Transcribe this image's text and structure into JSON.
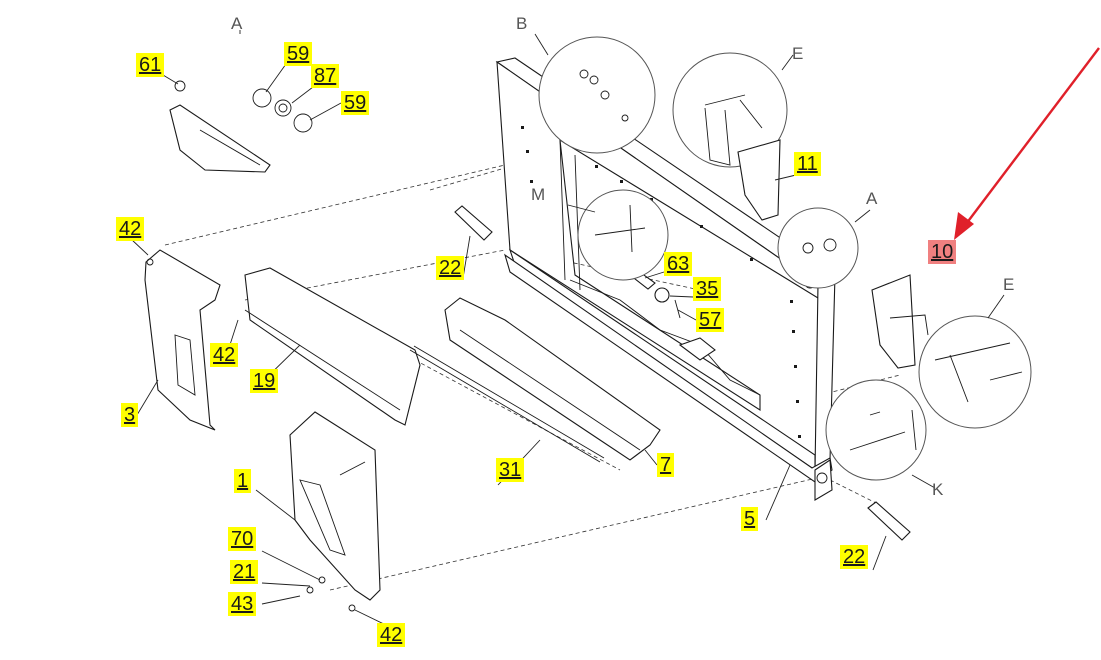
{
  "diagram": {
    "view_labels": {
      "a_top": "A",
      "b": "B",
      "e_top": "E",
      "m": "M",
      "a_right": "A",
      "e_right": "E",
      "k": "K"
    },
    "callouts": {
      "c61": "61",
      "c59a": "59",
      "c87": "87",
      "c59b": "59",
      "c42a": "42",
      "c42b": "42",
      "c3": "3",
      "c19": "19",
      "c22a": "22",
      "c11": "11",
      "c63": "63",
      "c35": "35",
      "c57": "57",
      "c10": "10",
      "c31": "31",
      "c7": "7",
      "c1": "1",
      "c70": "70",
      "c21": "21",
      "c43": "43",
      "c42c": "42",
      "c5": "5",
      "c22b": "22"
    },
    "colors": {
      "callout_highlight": "#ffff00",
      "selected_highlight": "#f08080",
      "arrow": "#e0202a",
      "line": "#1a1a1a"
    },
    "selected_part": "10"
  }
}
